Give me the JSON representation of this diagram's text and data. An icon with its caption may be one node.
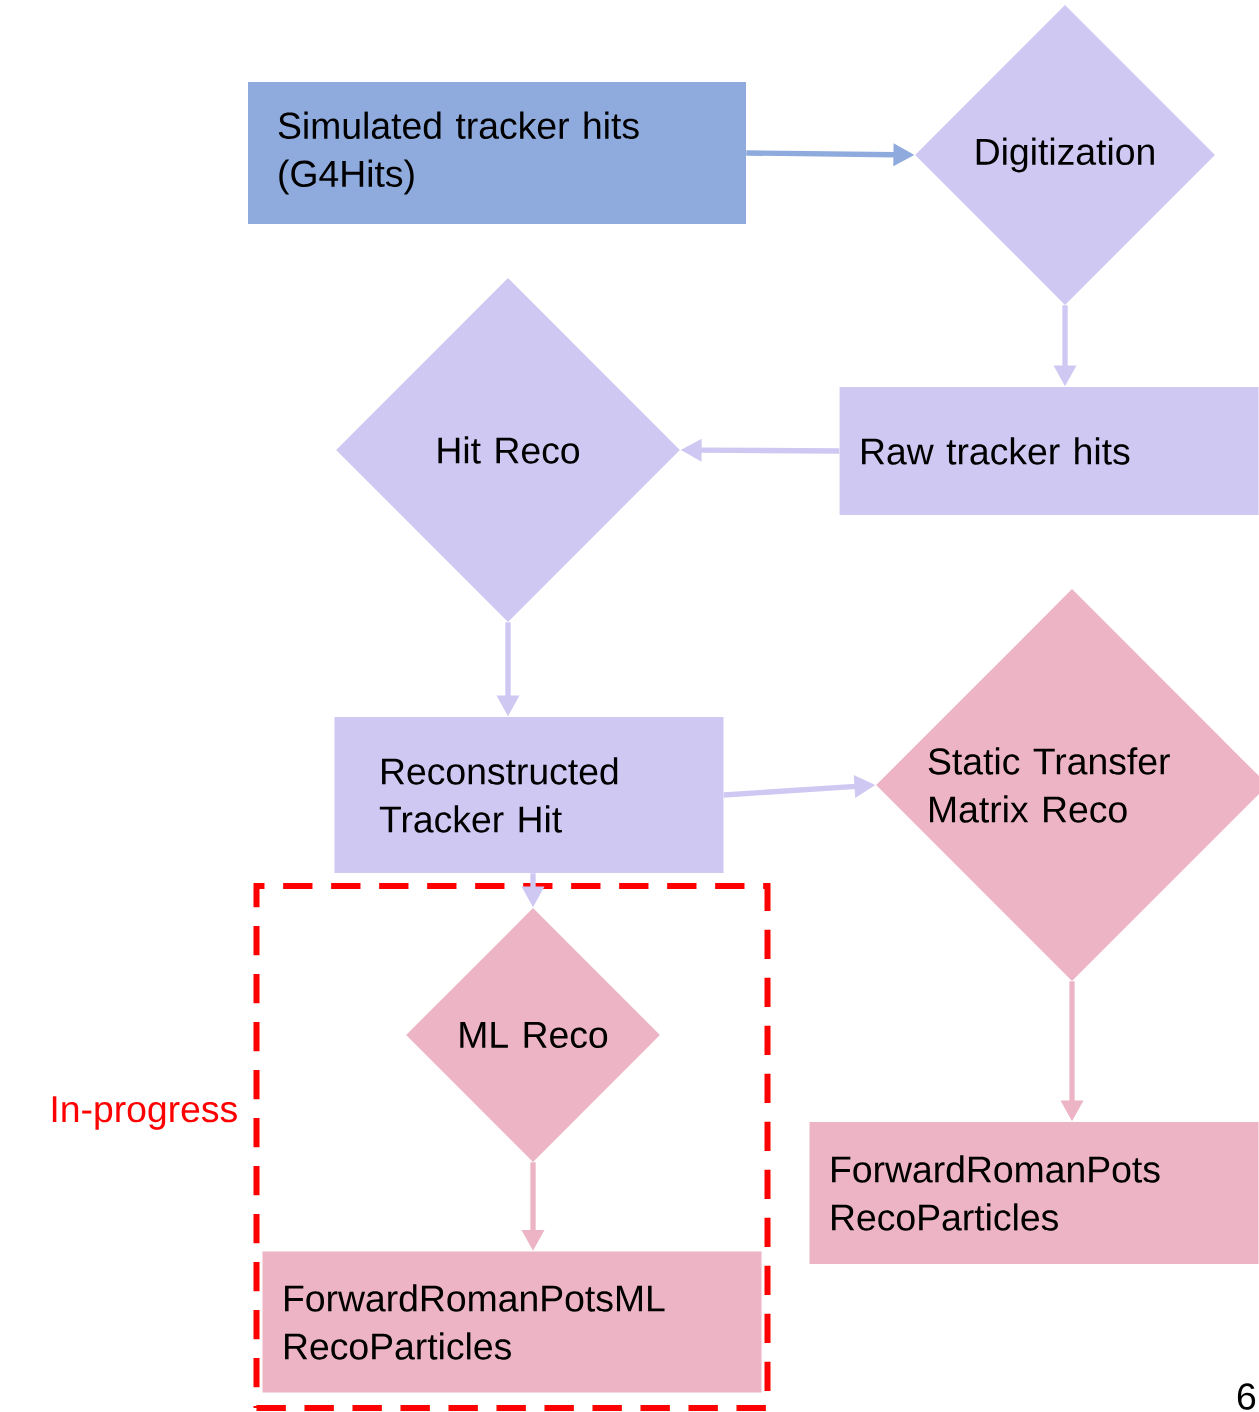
{
  "diagram": {
    "nodes": [
      {
        "text": [
          "Simulated tracker hits (G4Hits)"
        ]
      },
      {
        "text": [
          "Digitization"
        ]
      },
      {
        "text": [
          "Raw tracker hits"
        ]
      },
      {
        "text": [
          "Hit Reco"
        ]
      },
      {
        "text": [
          "Reconstructed Tracker Hit"
        ]
      },
      {
        "text": [
          "Static Transfer Matrix Reco"
        ]
      },
      {
        "text": [
          "In-progress"
        ]
      },
      {
        "text": [
          "ML Reco"
        ],
        "in": 6
      },
      {
        "text": [
          "ForwardRomanPotsML RecoParticles"
        ],
        "in": 6
      },
      {
        "text": [
          "ForwardRomanPots RecoParticles"
        ]
      }
    ],
    "edges": [
      {
        "from": 0,
        "to": 1,
        "arrow": "to",
        "color": "#8faadc"
      },
      {
        "from": 1,
        "to": 2,
        "arrow": "to"
      },
      {
        "from": 2,
        "to": 3,
        "arrow": "to"
      },
      {
        "from": 3,
        "to": 4,
        "arrow": "to"
      },
      {
        "from": 4,
        "to": 5,
        "arrow": "to"
      },
      {
        "from": 4,
        "to": 7,
        "arrow": "to"
      },
      {
        "from": 7,
        "to": 8,
        "arrow": "to",
        "color": "#ecb4c4"
      },
      {
        "from": 5,
        "to": 9,
        "arrow": "to",
        "color": "#ecb4c4"
      }
    ],
    "labels": [
      "6"
    ]
  }
}
